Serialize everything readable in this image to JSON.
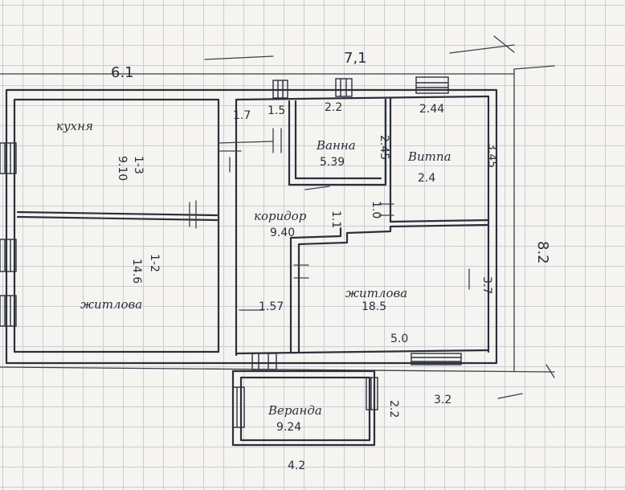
{
  "dimensions": {
    "left_width": "6.1",
    "right_width": "7,1",
    "total_height": "8.2",
    "veranda_width": "4.2",
    "veranda_offset": "3.2"
  },
  "rooms": {
    "kitchen": {
      "name": "кухня",
      "number": "1-3",
      "area": "9.10"
    },
    "living_left": {
      "name": "житлова",
      "number": "1-2",
      "area": "14.6"
    },
    "bath": {
      "name": "Ванна",
      "area": "5.39",
      "width": "2.2",
      "side": "2.45"
    },
    "wc_small": {
      "width": "1.5",
      "side": "1.7"
    },
    "pantry": {
      "name": "Витпа",
      "area": "2.4",
      "width": "2.44",
      "side": "3.45"
    },
    "corridor": {
      "name": "коридор",
      "area": "9.40",
      "note": "1.1",
      "width": "1.57",
      "door": "1.0"
    },
    "living_right": {
      "name": "житлова",
      "area": "18.5",
      "width": "5.0",
      "side": "3.7"
    },
    "veranda": {
      "name": "Веранда",
      "area": "9.24",
      "side": "2.2"
    }
  }
}
